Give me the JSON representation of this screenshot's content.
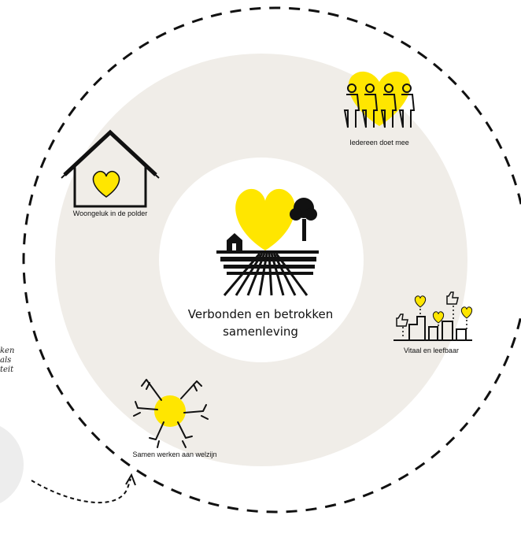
{
  "center": {
    "title_line1": "Verbonden en betrokken",
    "title_line2": "samenleving"
  },
  "themes": [
    {
      "label": "Iedereen doet mee",
      "icon": "people-heart-icon"
    },
    {
      "label": "Woongeluk in de polder",
      "icon": "house-heart-icon"
    },
    {
      "label": "Vitaal en leefbaar",
      "icon": "city-hearts-icon"
    },
    {
      "label": "Samen werken aan welzijn",
      "icon": "hands-together-icon"
    }
  ],
  "side_text": [
    "ken",
    "als",
    "teit"
  ],
  "colors": {
    "accent": "#FFE600",
    "ring": "#F0EDE8",
    "line": "#111111",
    "side_circle": "#EDEDED"
  }
}
